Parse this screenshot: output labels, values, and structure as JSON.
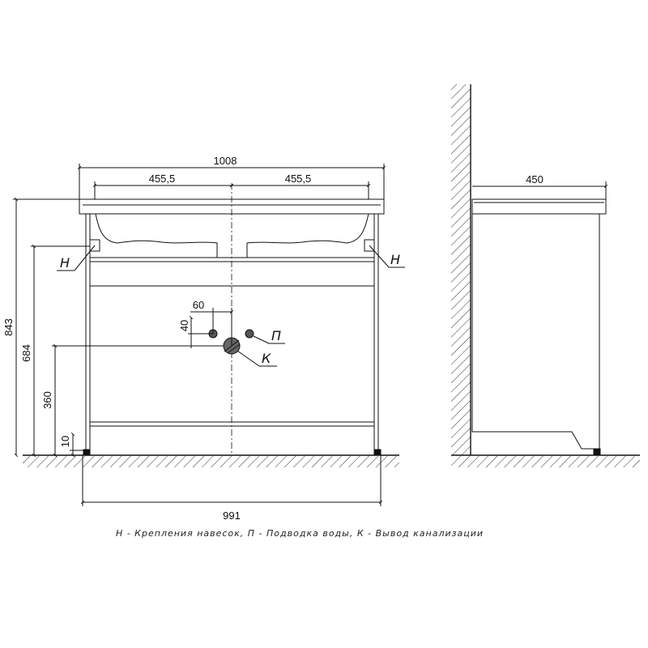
{
  "front_view": {
    "overall_width": "1008",
    "half_width_left": "455,5",
    "half_width_right": "455,5",
    "bottom_width": "991",
    "height_total": "843",
    "height_684": "684",
    "height_360": "360",
    "height_10": "10",
    "offset_60": "60",
    "offset_40": "40",
    "label_h_left": "Н",
    "label_h_right": "Н",
    "label_p": "П",
    "label_k": "К"
  },
  "side_view": {
    "depth": "450"
  },
  "legend": "Н - Крепления навесок,  П - Подводка воды,  К - Вывод канализации"
}
